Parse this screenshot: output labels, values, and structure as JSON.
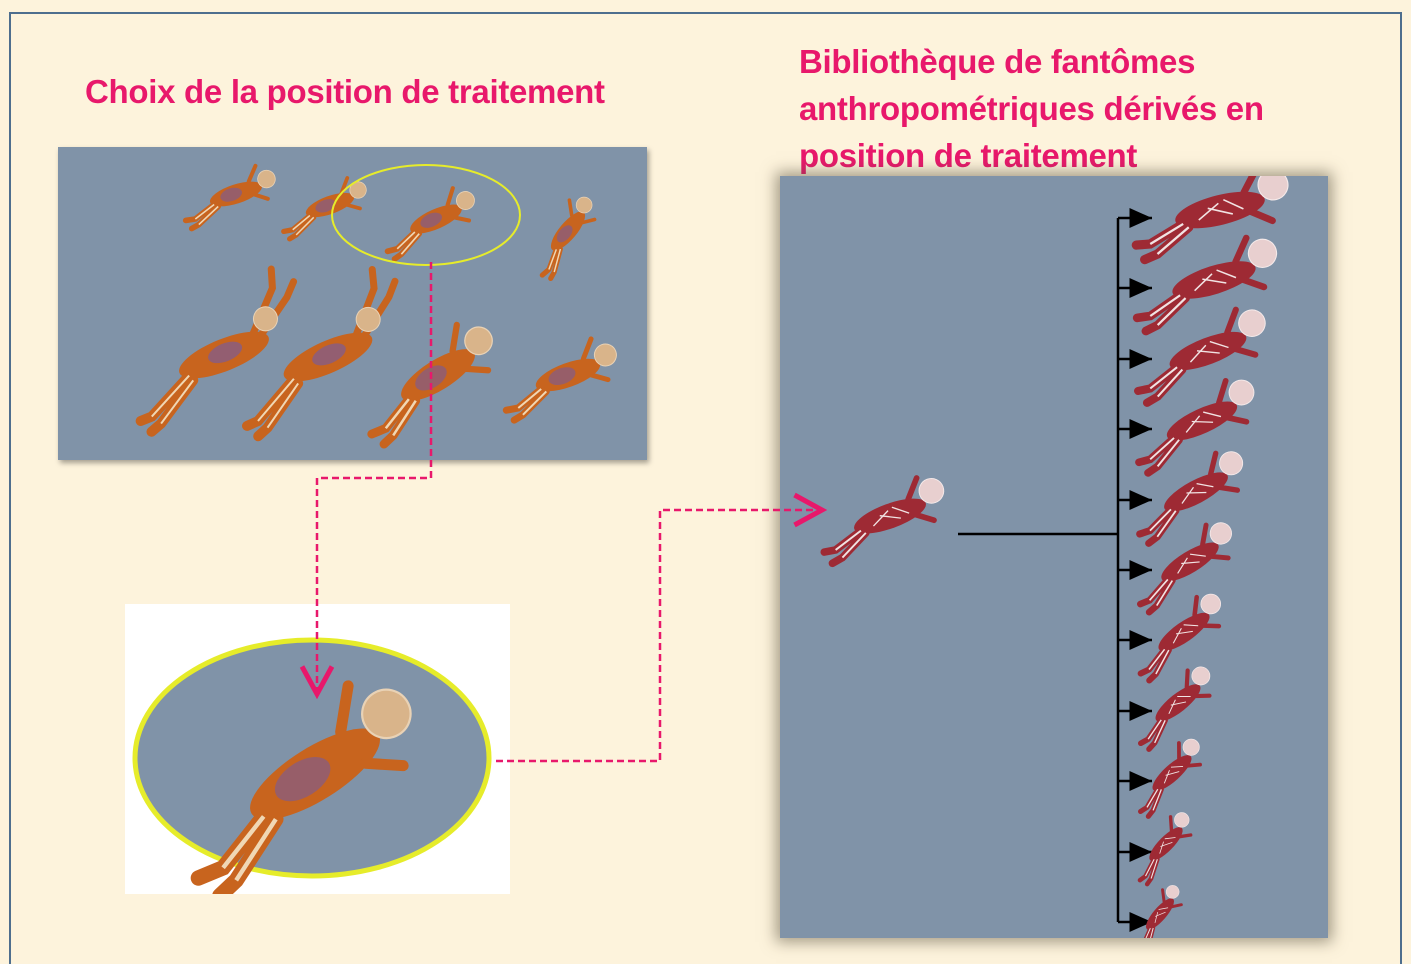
{
  "headings": {
    "left": "Choix de la position de traitement",
    "right": "Bibliothèque de fantômes anthropométriques dérivés en position de traitement"
  },
  "colors": {
    "background": "#fdf3dc",
    "frame_border": "#4e6e8e",
    "heading": "#e8186b",
    "panel": "#8093a8",
    "selection_ellipse": "#e6ec2a",
    "dashed_arrow": "#e8186b",
    "tree_lines": "#000000",
    "phantom_orange": "#c8641e",
    "phantom_red": "#9e2a34"
  },
  "positions_panel": {
    "figure_count": 8,
    "selected_figure_index": 2
  },
  "library_panel": {
    "branch_count": 11
  }
}
